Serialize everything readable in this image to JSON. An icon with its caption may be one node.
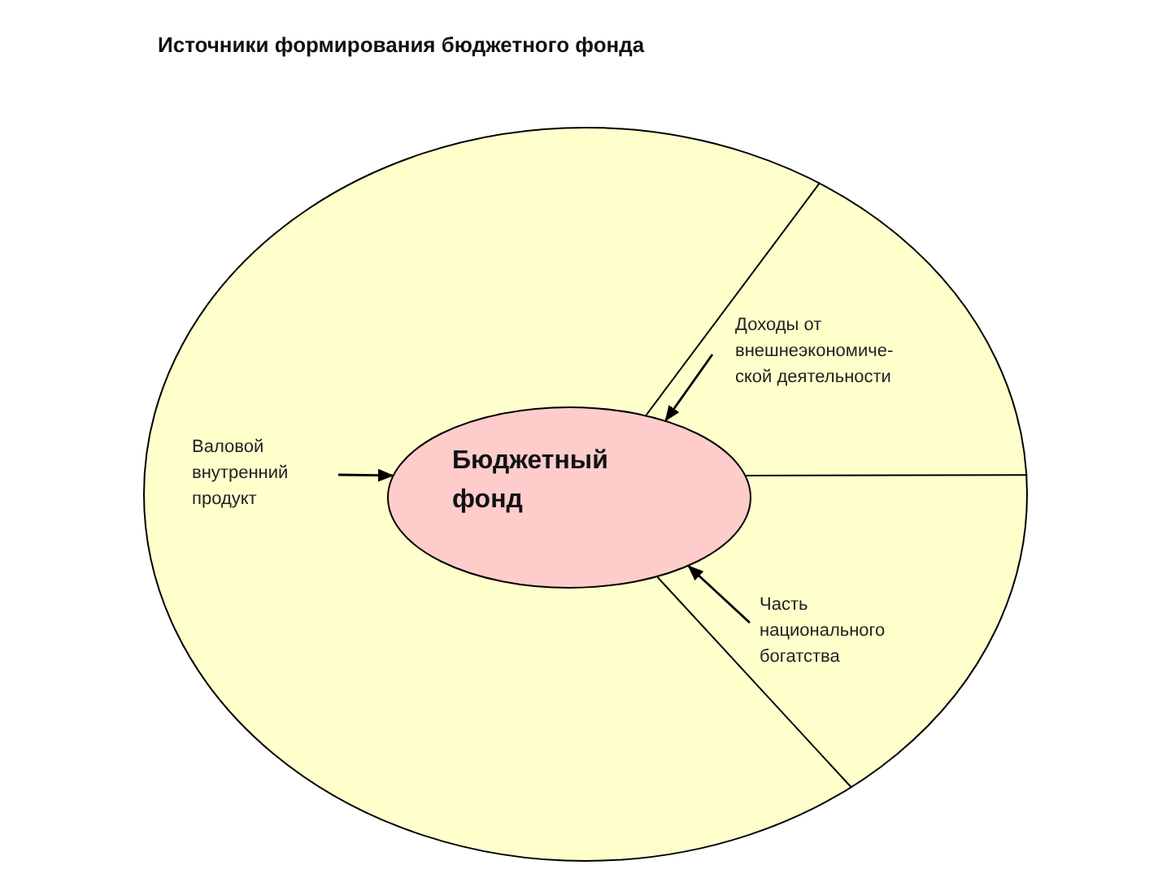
{
  "diagram": {
    "title": "Источники формирования бюджетного фонда",
    "nodes": [
      {
        "text": [],
        "shape": "ellipse"
      },
      {
        "text": [
          "Доходы от внешнеэкономиче-ской деятельности"
        ],
        "in": 0
      },
      {
        "text": [
          "Валовой внутренний продукт"
        ],
        "in": 0
      },
      {
        "text": [
          "Бюджетный фонд"
        ],
        "in": 0
      },
      {
        "text": [
          "Часть национального богатства"
        ],
        "in": 0
      }
    ],
    "edges": [
      {
        "from": 1,
        "to": 3,
        "arrow": "to"
      },
      {
        "from": 2,
        "to": 3,
        "arrow": "to"
      },
      {
        "from": 4,
        "to": 3,
        "arrow": "to"
      },
      {
        "from": 3,
        "to": 0,
        "arrow": "none"
      },
      {
        "from": 3,
        "to": 0,
        "arrow": "none"
      },
      {
        "from": 3,
        "to": 0,
        "arrow": "none"
      }
    ]
  }
}
